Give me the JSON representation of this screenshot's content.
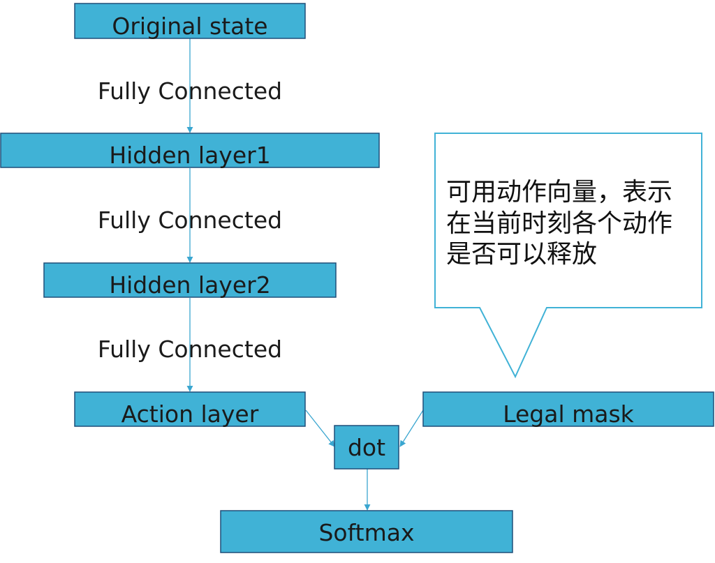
{
  "nodes": {
    "original_state": "Original state",
    "hidden_layer1": "Hidden layer1",
    "hidden_layer2": "Hidden layer2",
    "action_layer": "Action layer",
    "legal_mask": "Legal mask",
    "dot": "dot",
    "softmax": "Softmax"
  },
  "edges": {
    "fc1": "Fully Connected",
    "fc2": "Fully Connected",
    "fc3": "Fully Connected"
  },
  "callout": {
    "line1": "可用动作向量，表示",
    "line2": "在当前时刻各个动作",
    "line3": "是否可以释放"
  },
  "colors": {
    "node_fill": "#40b2d6",
    "node_border": "#1f4e79",
    "edge": "#3aa6d0"
  }
}
